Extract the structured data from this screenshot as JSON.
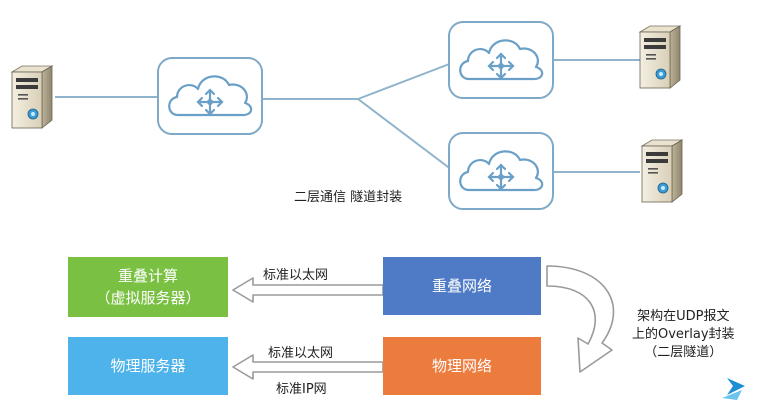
{
  "top": {
    "caption": "二层通信  隧道封装"
  },
  "bottom": {
    "overlay_compute": {
      "line1": "重叠计算",
      "line2": "（虚拟服务器）"
    },
    "physical_server": {
      "label": "物理服务器"
    },
    "overlay_network": {
      "label": "重叠网络"
    },
    "physical_network": {
      "label": "物理网络"
    },
    "arrow_label_top": "标准以太网",
    "arrow_label_mid": "标准以太网",
    "arrow_label_bottom": "标准IP网",
    "side_note": {
      "line1": "架构在UDP报文",
      "line2": "上的Overlay封装",
      "line3": "（二层隧道）"
    }
  },
  "colors": {
    "green": "#7ac143",
    "sky": "#4db3ea",
    "blue": "#4f7bc6",
    "orange": "#ec7b3e",
    "network_line": "#8fb4cc",
    "cloud_stroke": "#6aa0c7",
    "arrow_stroke": "#9a9a9a",
    "logo_blue": "#1e8fd6"
  },
  "icons": [
    "server-icon",
    "cloud-router-icon",
    "hollow-arrow-icon",
    "curved-arrow-icon",
    "logo-mark-icon"
  ]
}
